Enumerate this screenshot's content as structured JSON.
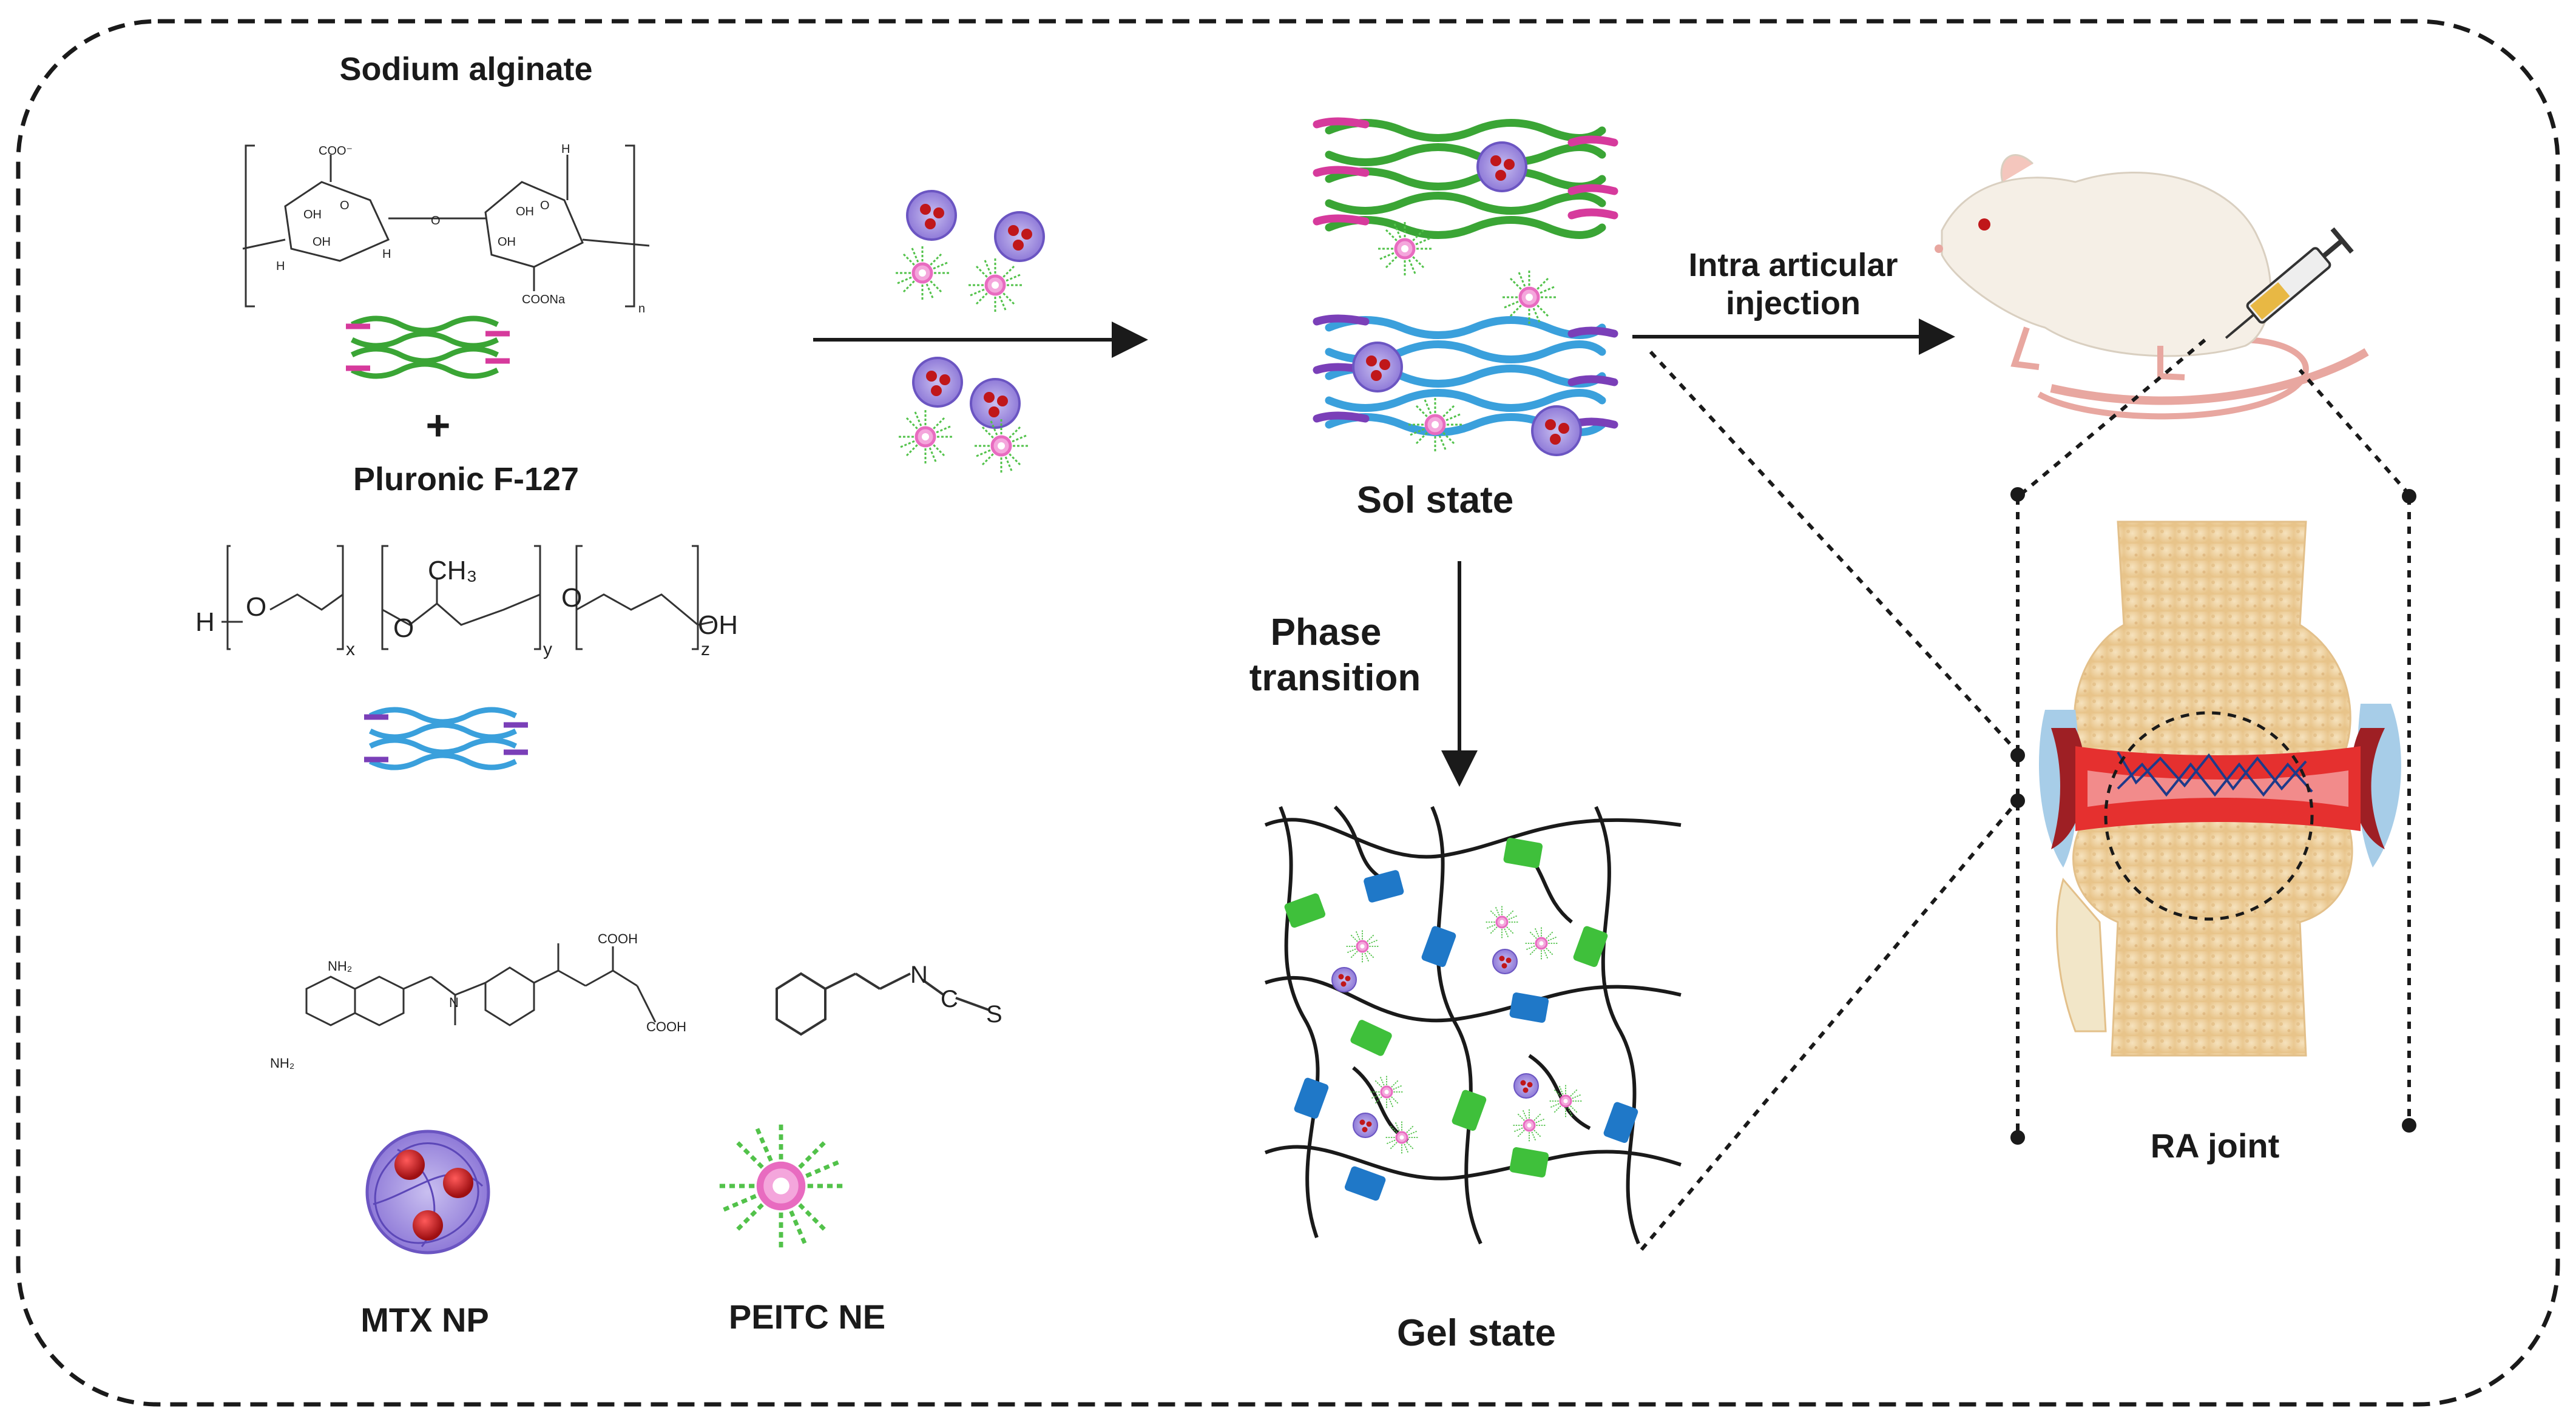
{
  "labels": {
    "sodium_alginate": "Sodium alginate",
    "plus": "+",
    "pluronic": "Pluronic F-127",
    "mtx_np": "MTX NP",
    "peitc_ne": "PEITC NE",
    "sol_state": "Sol state",
    "phase_transition_1": "Phase",
    "phase_transition_2": "transition",
    "gel_state": "Gel state",
    "injection_1": "Intra articular",
    "injection_2": "injection",
    "ra_joint": "RA joint"
  },
  "chem_text": {
    "coo_minus": "COO⁻",
    "coona": "COONa",
    "oh": "OH",
    "h": "H",
    "o": "O",
    "n_sub": "n",
    "ch3": "CH₃",
    "x_sub": "x",
    "y_sub": "y",
    "z_sub": "z",
    "cooh": "COOH",
    "nh2": "NH₂",
    "n": "N",
    "s": "S",
    "c": "C"
  },
  "colors": {
    "border": "#1a1a1a",
    "alginate_green": "#3aa535",
    "alginate_pink": "#d63a9c",
    "pluronic_blue": "#3aa0dc",
    "pluronic_purple": "#7a3fb8",
    "np_purple": "#8f7ad8",
    "np_red": "#c0171a",
    "ne_green": "#52c24a",
    "ne_pink": "#e86bc0",
    "gel_green": "#3fc03b",
    "gel_blue": "#1f78c8",
    "bone": "#f1d6a6",
    "cartilage_red": "#e5302f",
    "synovium_blue": "#a7cde8"
  },
  "icons": [
    "alginate-chain-icon",
    "pluronic-chain-icon",
    "mtx-nanoparticle-icon",
    "peitc-nanoemulsion-icon",
    "rat-icon",
    "syringe-icon",
    "knee-joint-icon",
    "arrow-icon"
  ]
}
